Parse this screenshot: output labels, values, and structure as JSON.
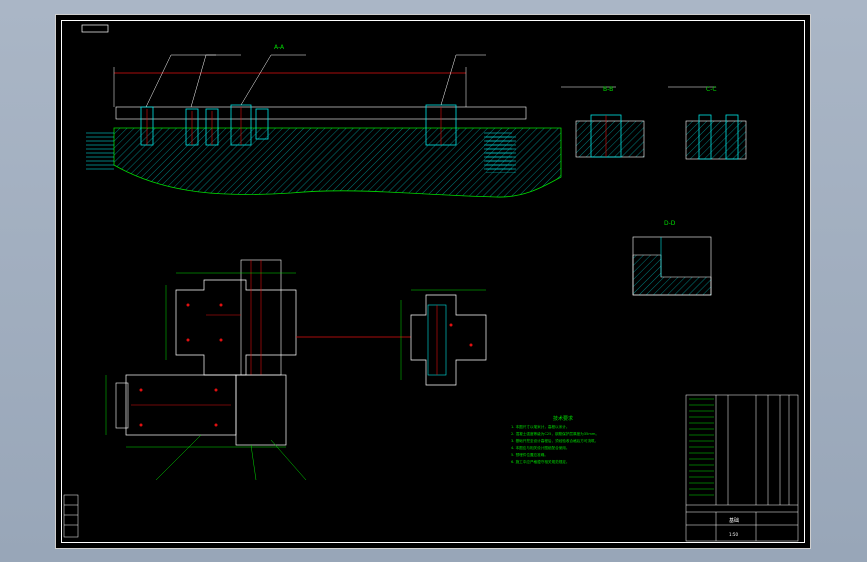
{
  "drawing": {
    "section_a": "A-A",
    "section_b": "B-B",
    "section_c": "C-C",
    "section_d": "D-D",
    "notes_title": "技术要求",
    "note_lines": [
      "1. 本图尺寸以毫米计，高程以米计。",
      "2. 混凝土强度等级为C25，钢筋保护层厚度为35mm。",
      "3. 基础开挖至设计高程后，须经验收合格后方可浇筑。",
      "4. 本图应与相关设计图纸配合使用。",
      "5. 预埋件位置应准确。",
      "6. 施工中应严格遵守相关规范规定。"
    ],
    "title_block_name": "基础",
    "title_block_scale": "1:50"
  },
  "colors": {
    "background": "#000000",
    "frame": "#ffffff",
    "red_line": "#e01010",
    "green_line": "#00dd00",
    "cyan_line": "#00e5e5",
    "white_line": "#ffffff"
  }
}
